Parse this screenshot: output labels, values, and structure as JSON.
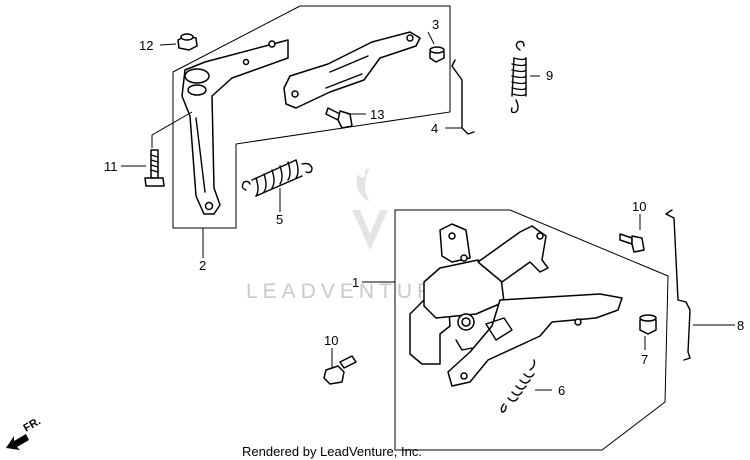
{
  "watermark": "LEADVENTURE",
  "footer_credit": "Rendered by LeadVenture, Inc.",
  "direction_marker": "FR.",
  "callouts": [
    "1",
    "2",
    "3",
    "4",
    "5",
    "6",
    "7",
    "8",
    "9",
    "10",
    "10",
    "11",
    "12",
    "13"
  ],
  "colors": {
    "line": "#000000",
    "watermark": "#c9c9c9",
    "background": "#ffffff"
  }
}
